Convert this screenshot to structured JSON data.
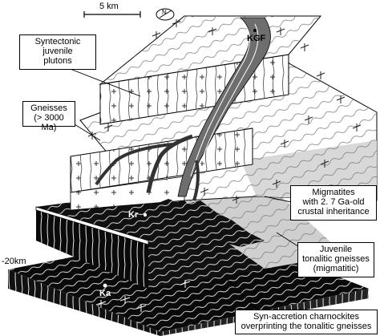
{
  "scale_bar": {
    "label": "5 km"
  },
  "north_arrow": {
    "label": "N"
  },
  "labels": {
    "syntectonic": "Syntectonic\njuvenile\nplutons",
    "gneisses": "Gneisses\n(> 3000 Ma)",
    "migmatites": "Migmatites\nwith 2. 7 Ga-old\ncrustal inheritance",
    "juvenile": "Juvenile\ntonalitic gneisses\n(migmatitic)",
    "charnockites": "Syn-accretion charnockites\noverprinting the tonalitic gneisses"
  },
  "places": {
    "kgf": "KGF",
    "kr": "Kr",
    "ka": "Ka"
  },
  "depth": {
    "label": "-20km"
  },
  "colors": {
    "black": "#000000",
    "white": "#ffffff",
    "light_gray": "#cfcfcf",
    "dark_gray": "#6e6e6e"
  }
}
